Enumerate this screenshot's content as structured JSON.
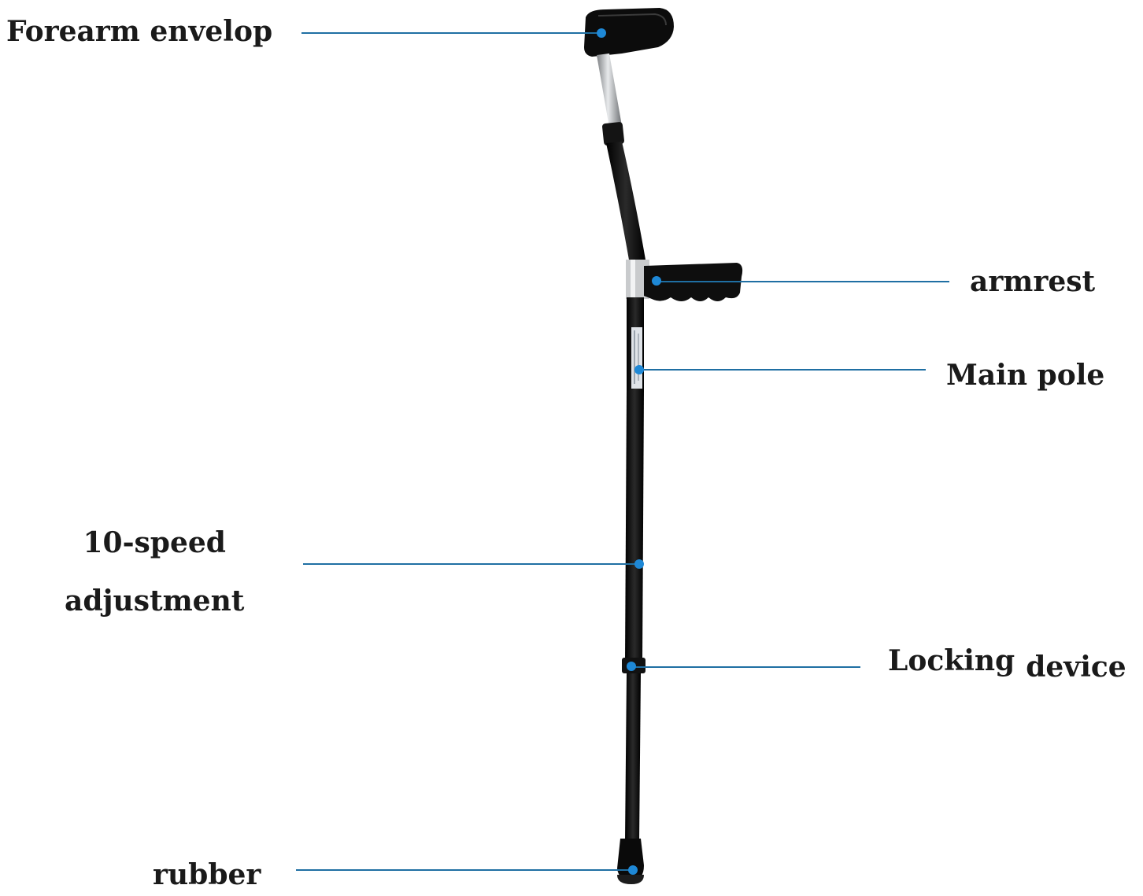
{
  "labels": {
    "forearm": "Forearm envelop",
    "armrest": "armrest",
    "main_pole": "Main pole",
    "speed_line1": "10-speed",
    "speed_line2": "adjustment",
    "locking_word1": "Locking",
    "locking_word2": "device",
    "rubber": "rubber"
  },
  "colors": {
    "leader": "#1f6fa3",
    "dot": "#1e88d6",
    "crutch": "#0d0d0d",
    "metal": "#b9bcbf"
  }
}
